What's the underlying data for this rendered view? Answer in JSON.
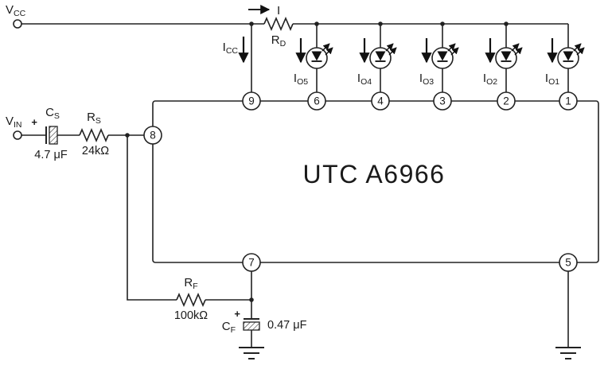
{
  "title": "UTC A6966",
  "power": {
    "vcc": {
      "main": "V",
      "sub": "CC"
    },
    "current_in": "I",
    "icc": {
      "main": "I",
      "sub": "CC"
    }
  },
  "input": {
    "vin": {
      "main": "V",
      "sub": "IN"
    }
  },
  "components": {
    "rd": {
      "name": {
        "main": "R",
        "sub": "D"
      }
    },
    "cs": {
      "name": {
        "main": "C",
        "sub": "S"
      },
      "value": "4.7 μF",
      "polarity": "+"
    },
    "rs": {
      "name": {
        "main": "R",
        "sub": "S"
      },
      "value": "24kΩ"
    },
    "rf": {
      "name": {
        "main": "R",
        "sub": "F"
      },
      "value": "100kΩ"
    },
    "cf": {
      "name": {
        "main": "C",
        "sub": "F"
      },
      "value": "0.47 μF",
      "polarity": "+"
    }
  },
  "led_currents": [
    {
      "main": "I",
      "sub": "O5"
    },
    {
      "main": "I",
      "sub": "O4"
    },
    {
      "main": "I",
      "sub": "O3"
    },
    {
      "main": "I",
      "sub": "O2"
    },
    {
      "main": "I",
      "sub": "O1"
    }
  ],
  "pins": {
    "p9": "9",
    "p6": "6",
    "p4": "4",
    "p3": "3",
    "p2": "2",
    "p1": "1",
    "p8": "8",
    "p7": "7",
    "p5": "5"
  }
}
